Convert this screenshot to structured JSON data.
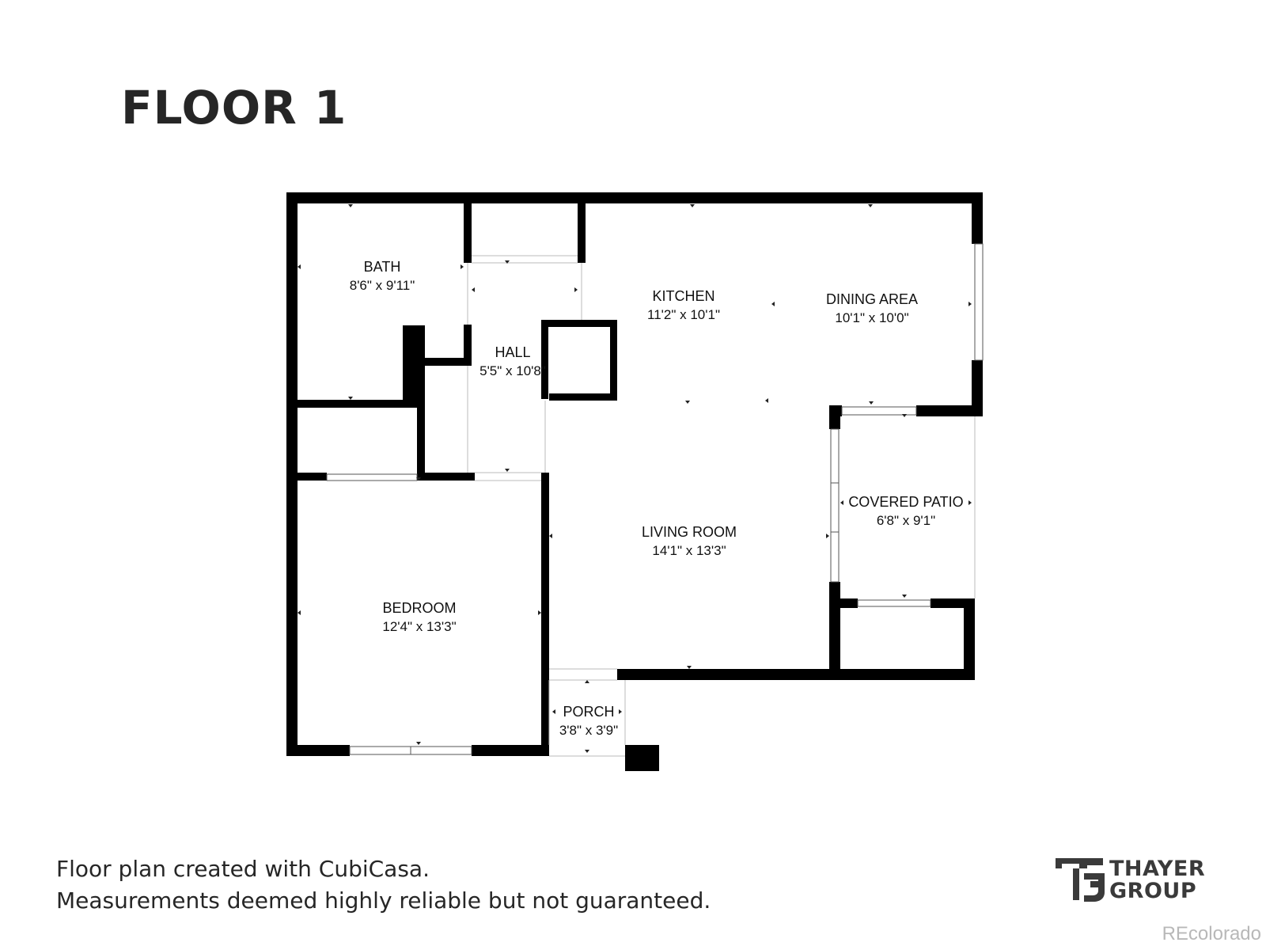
{
  "floor_title": "FLOOR 1",
  "rooms": [
    {
      "name": "BATH",
      "dims": "8'6\" x 9'11\""
    },
    {
      "name": "HALL",
      "dims": "5'5\" x 10'8\""
    },
    {
      "name": "KITCHEN",
      "dims": "11'2\" x 10'1\""
    },
    {
      "name": "DINING AREA",
      "dims": "10'1\" x 10'0\""
    },
    {
      "name": "COVERED PATIO",
      "dims": "6'8\" x 9'1\""
    },
    {
      "name": "LIVING ROOM",
      "dims": "14'1\" x 13'3\""
    },
    {
      "name": "BEDROOM",
      "dims": "12'4\" x 13'3\""
    },
    {
      "name": "PORCH",
      "dims": "3'8\" x 3'9\""
    }
  ],
  "footer": {
    "line1": "Floor plan created with CubiCasa.",
    "line2": "Measurements deemed highly reliable but not guaranteed."
  },
  "logo": {
    "line1": "THAYER",
    "line2": "GROUP",
    "icon": "thayer-group-logo-icon"
  },
  "watermark": "REcolorado",
  "colors": {
    "wall": "#000000",
    "title": "#262626",
    "watermark": "#b8b8b8"
  }
}
